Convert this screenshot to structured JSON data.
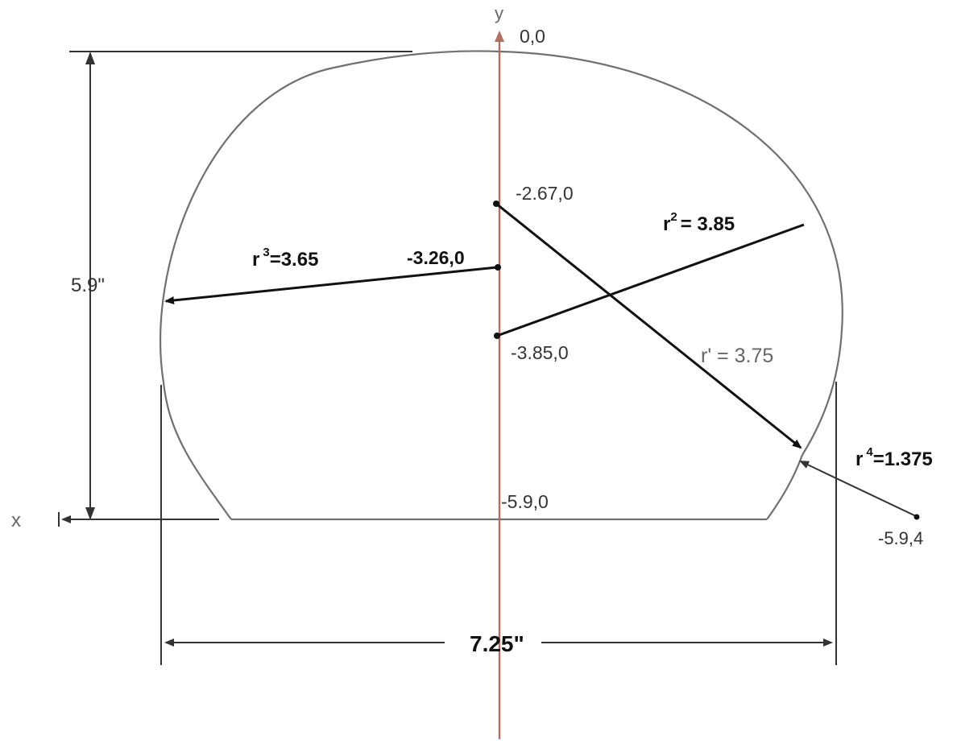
{
  "axes": {
    "x_label": "x",
    "y_label": "y",
    "y_axis_color": "#b07060"
  },
  "points": {
    "origin": "0,0",
    "p_267": "-2.67,0",
    "p_326": "-3.26,0",
    "p_385": "-3.85,0",
    "p_590": "-5.9,0",
    "p_5904": "-5.9,4"
  },
  "radii": {
    "r1_value": "r' = 3.75",
    "r2_base": "r",
    "r2_sup": "2",
    "r2_value": "= 3.85",
    "r3_base": "r",
    "r3_sup": "3",
    "r3_value": "=3.65",
    "r4_base": "r",
    "r4_sup": "4",
    "r4_value": "=1.375"
  },
  "dimensions": {
    "height": "5.9\"",
    "width": "7.25\""
  }
}
